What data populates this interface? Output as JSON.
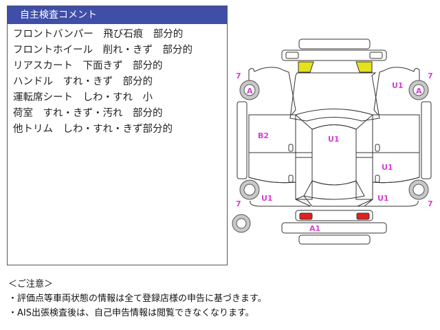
{
  "comment_panel": {
    "title": "自主検査コメント",
    "items": [
      "フロントバンパー　飛び石痕　部分的",
      "フロントホイール　削れ・きず　部分的",
      "リアスカート　下面きず　部分的",
      "ハンドル　すれ・きず　部分的",
      "運転席シート　しわ・すれ　小",
      "荷室　すれ・きず・汚れ　部分的",
      "他トリム　しわ・すれ・きず部分的"
    ]
  },
  "notes": {
    "heading": "＜ご注意＞",
    "lines": [
      "・評価点等車両状態の情報は全て登録店様の申告に基づきます。",
      "・AIS出張検査後は、自己申告情報は閲覧できなくなります。"
    ]
  },
  "diagram": {
    "colors": {
      "label": "#d63fd6",
      "headlight": "#e6e01e",
      "taillight": "#e02020",
      "tire": "#c8c8c8",
      "line": "#333333"
    },
    "marks": {
      "front_left_tire_code": "7",
      "front_left_wheel": "A",
      "front_right_tire_code": "7",
      "front_right_wheel": "A",
      "front_right_fender": "U1",
      "left_doors": "B2",
      "roof": "U1",
      "right_rear_door": "U1",
      "left_rear_fender": "U1",
      "right_rear_fender": "U1",
      "rear_left_tire_code": "7",
      "rear_right_tire_code": "7",
      "rear_bumper": "A1"
    }
  }
}
